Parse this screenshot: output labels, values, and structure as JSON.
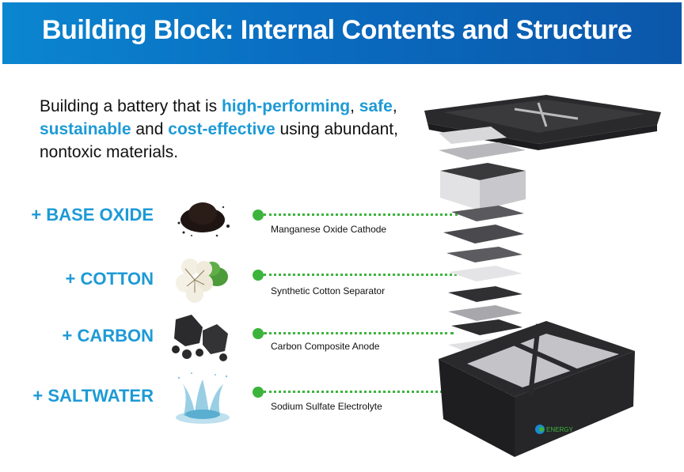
{
  "header": {
    "title": "Building Block: Internal Contents and Structure"
  },
  "intro": {
    "parts": [
      {
        "text": "Building a battery that is ",
        "highlight": false
      },
      {
        "text": "high-performing",
        "highlight": true
      },
      {
        "text": ", ",
        "highlight": false
      },
      {
        "text": "safe",
        "highlight": true
      },
      {
        "text": ", ",
        "highlight": false
      },
      {
        "text": "sustainable",
        "highlight": true
      },
      {
        "text": " and ",
        "highlight": false
      },
      {
        "text": "cost-effective",
        "highlight": true
      },
      {
        "text": " using abundant, nontoxic materials.",
        "highlight": false
      }
    ]
  },
  "materials": [
    {
      "label": "+ BASE OXIDE",
      "component": "Manganese Oxide Cathode",
      "image": "manganese-oxide-powder"
    },
    {
      "label": "+ COTTON",
      "component": "Synthetic Cotton Separator",
      "image": "cotton-boll"
    },
    {
      "label": "+ CARBON",
      "component": "Carbon Composite Anode",
      "image": "carbon-chunks"
    },
    {
      "label": "+ SALTWATER",
      "component": "Sodium Sulfate Electrolyte",
      "image": "water-splash"
    }
  ],
  "product": {
    "logo_text": "ENERGY",
    "image": "exploded-battery-stack"
  },
  "colors": {
    "accent": "#1d9ad6",
    "connector": "#3cb43c",
    "banner": "#0a6cc0"
  }
}
